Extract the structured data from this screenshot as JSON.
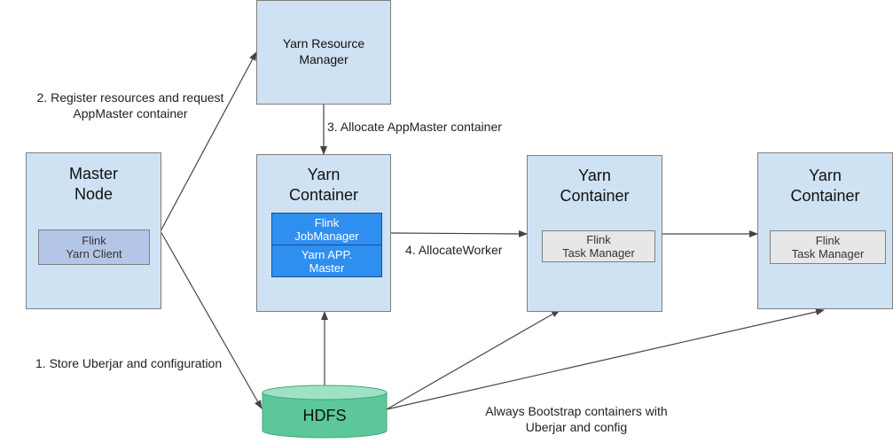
{
  "nodes": {
    "resource_manager": {
      "title": "Yarn Resource\nManager"
    },
    "master_node": {
      "title": "Master\nNode",
      "client": "Flink\nYarn Client"
    },
    "container_jm": {
      "title": "Yarn\nContainer",
      "jobmanager": "Flink\nJobManager",
      "appmaster": "Yarn APP.\nMaster"
    },
    "container_tm1": {
      "title": "Yarn\nContainer",
      "taskmanager": "Flink\nTask Manager"
    },
    "container_tm2": {
      "title": "Yarn\nContainer",
      "taskmanager": "Flink\nTask Manager"
    },
    "hdfs": {
      "title": "HDFS"
    }
  },
  "edges": {
    "register": "2. Register resources and request\nAppMaster container",
    "allocate_am": "3. Allocate AppMaster container",
    "allocate_worker": "4. AllocateWorker",
    "store": "1. Store Uberjar and configuration",
    "bootstrap": "Always Bootstrap containers with\nUberjar and config"
  },
  "colors": {
    "box_fill": "#cfe2f3",
    "box_border": "#7f7f7f",
    "client_fill": "#b4c6e7",
    "taskmanager_fill": "#e7e7e7",
    "jobmanager_fill": "#2f8ff0",
    "hdfs_fill": "#5cc79a",
    "hdfs_top": "#9de3c3",
    "arrow": "#444444"
  }
}
